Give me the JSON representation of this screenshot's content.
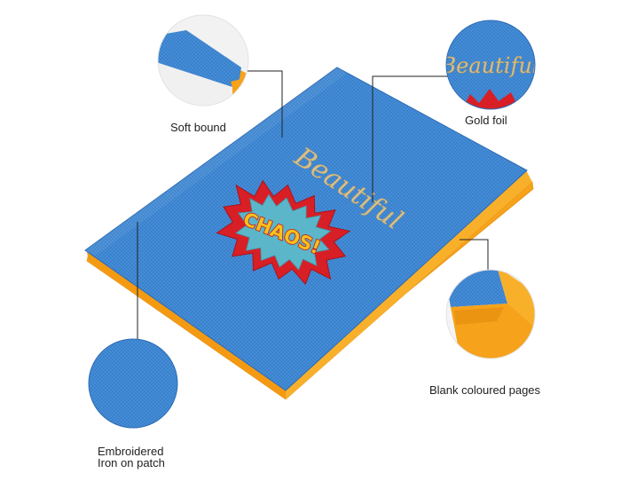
{
  "product": {
    "cover_title": "Beautiful",
    "patch_text": "CHAOS!"
  },
  "callouts": {
    "soft_bound": "Soft bound",
    "gold_foil": "Gold foil",
    "blank_pages": "Blank coloured pages",
    "patch_line1": "Embroidered",
    "patch_line2": "Iron on patch"
  },
  "colors": {
    "cover_blue": "#3d86d2",
    "cover_blue_dark": "#2f6fb8",
    "page_edge_orange": "#f6a21a",
    "gold_foil": "#d8c08a",
    "patch_red": "#d81f26",
    "patch_yellow": "#f5c21b",
    "patch_teal": "#5bb6c9",
    "leader_line": "#222222"
  },
  "icons": {
    "zoom_circle": "magnify-detail-circle",
    "patch": "comic-burst-patch"
  }
}
